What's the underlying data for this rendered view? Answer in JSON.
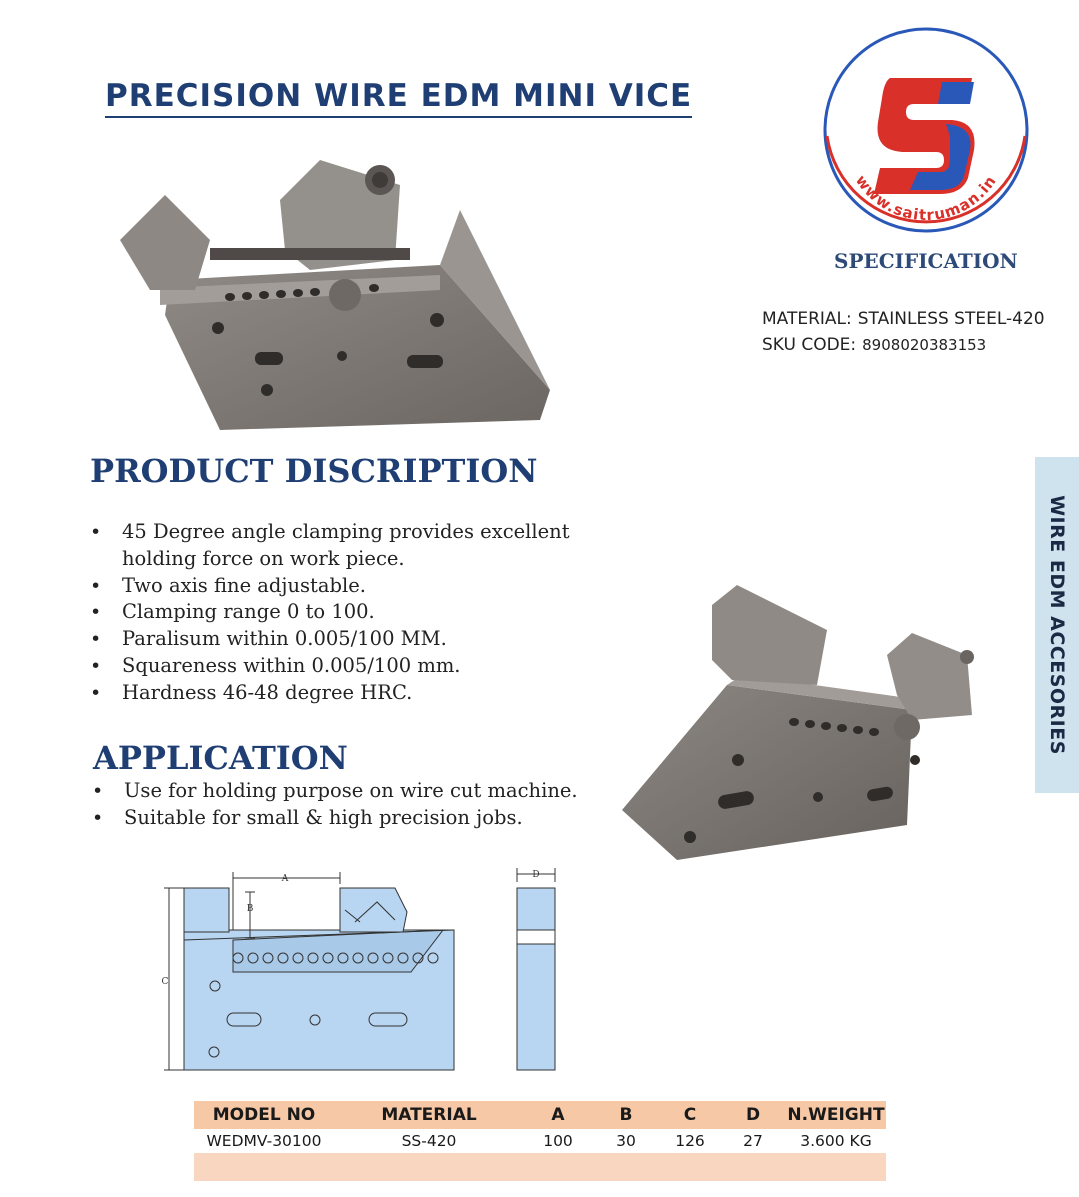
{
  "title": "PRECISION WIRE EDM MINI VICE",
  "logo": {
    "website": "www.saitruman.in",
    "letter": "S"
  },
  "specification": {
    "heading": "SPECIFICATION",
    "material_label": "MATERIAL:",
    "material_value": "STAINLESS STEEL-420",
    "sku_label": "SKU CODE:",
    "sku_value": "8908020383153"
  },
  "side_tab": "WIRE EDM ACCESORIES",
  "product_description": {
    "heading": "PRODUCT DISCRIPTION",
    "items": [
      "45 Degree angle clamping provides excellent holding force on work piece.",
      "Two axis fine adjustable.",
      "Clamping range 0 to 100.",
      "Paralisum within 0.005/100 MM.",
      "Squareness within 0.005/100 mm.",
      "Hardness 46-48 degree HRC."
    ]
  },
  "application": {
    "heading": "APPLICATION",
    "items": [
      "Use for holding purpose on wire cut machine.",
      "Suitable for small & high precision jobs."
    ]
  },
  "drawing": {
    "dim_a": "A",
    "dim_b": "B",
    "dim_c": "C",
    "dim_d": "D"
  },
  "table": {
    "headers": [
      "MODEL NO",
      "MATERIAL",
      "A",
      "B",
      "C",
      "D",
      "N.WEIGHT"
    ],
    "rows": [
      [
        "WEDMV-30100",
        "SS-420",
        "100",
        "30",
        "126",
        "27",
        "3.600 KG"
      ]
    ]
  },
  "colors": {
    "title_blue": "#1f3e73",
    "logo_red": "#d9302a",
    "logo_blue": "#2a58b8",
    "table_header": "#f6c8a6",
    "side_tab_bg": "#cfe3ef",
    "drawing_fill": "#b8d5f1"
  }
}
